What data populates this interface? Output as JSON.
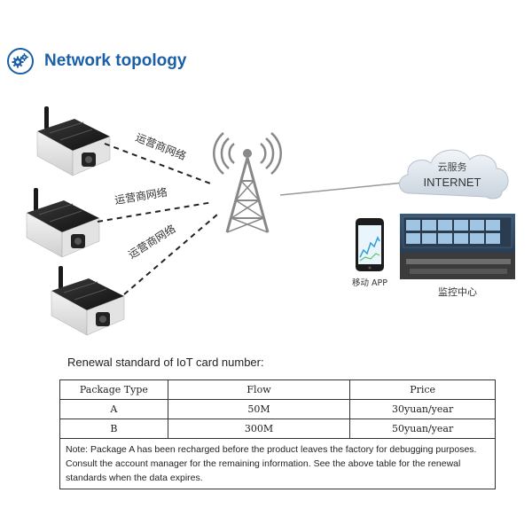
{
  "header": {
    "title": "Network topology",
    "icon": "gears-icon",
    "accent": "#1b5fa6"
  },
  "diagram": {
    "carrier_label": "运营商网络",
    "cloud_top": "云服务",
    "cloud_main": "INTERNET",
    "app_label": "移动 APP",
    "center_label": "监控中心"
  },
  "renewal": {
    "title": "Renewal standard of IoT card number:",
    "columns": [
      "Package Type",
      "Flow",
      "Price"
    ],
    "rows": [
      [
        "A",
        "50M",
        "30yuan/year"
      ],
      [
        "B",
        "300M",
        "50yuan/year"
      ]
    ],
    "note": "Note: Package A has been recharged before the product leaves the factory for debugging purposes. Consult the account manager for the remaining information. See the above table for the renewal standards when the data expires."
  }
}
